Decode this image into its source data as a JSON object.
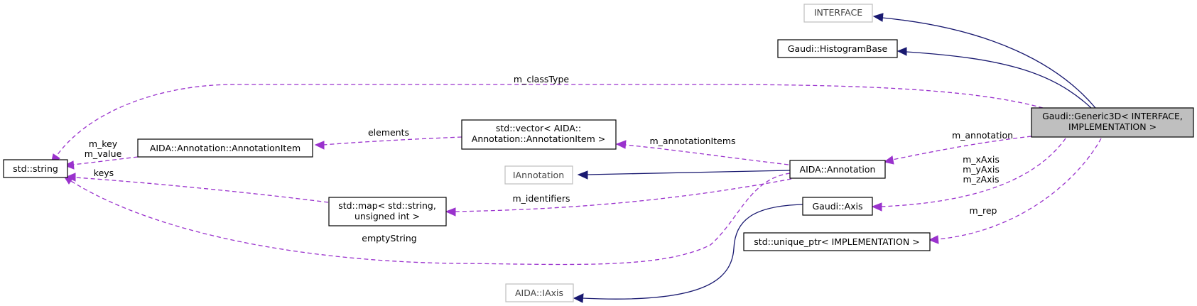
{
  "nodes": {
    "interface": "INTERFACE",
    "histogram_base": "Gaudi::HistogramBase",
    "generic3d_line1": "Gaudi::Generic3D< INTERFACE,",
    "generic3d_line2": "IMPLEMENTATION >",
    "std_string": "std::string",
    "annotation_item": "AIDA::Annotation::AnnotationItem",
    "vector_line1": "std::vector< AIDA::",
    "vector_line2": "Annotation::AnnotationItem >",
    "iannotation": "IAnnotation",
    "aida_annotation": "AIDA::Annotation",
    "map_line1": "std::map< std::string,",
    "map_line2": "unsigned int >",
    "gaudi_axis": "Gaudi::Axis",
    "unique_ptr": "std::unique_ptr< IMPLEMENTATION >",
    "aida_iaxis": "AIDA::IAxis"
  },
  "edges": {
    "m_class_type": "m_classType",
    "m_key": "m_key",
    "m_value": "m_value",
    "elements": "elements",
    "m_annotation_items": "m_annotationItems",
    "m_annotation": "m_annotation",
    "keys": "keys",
    "m_identifiers": "m_identifiers",
    "empty_string": "emptyString",
    "m_x_axis": "m_xAxis",
    "m_y_axis": "m_yAxis",
    "m_z_axis": "m_zAxis",
    "m_rep": "m_rep"
  },
  "colors": {
    "inheritance_edge": "#191970",
    "usage_edge": "#9a32cd",
    "focus_node_fill": "#bfbfbf",
    "external_node_border": "#bfbfbf"
  }
}
